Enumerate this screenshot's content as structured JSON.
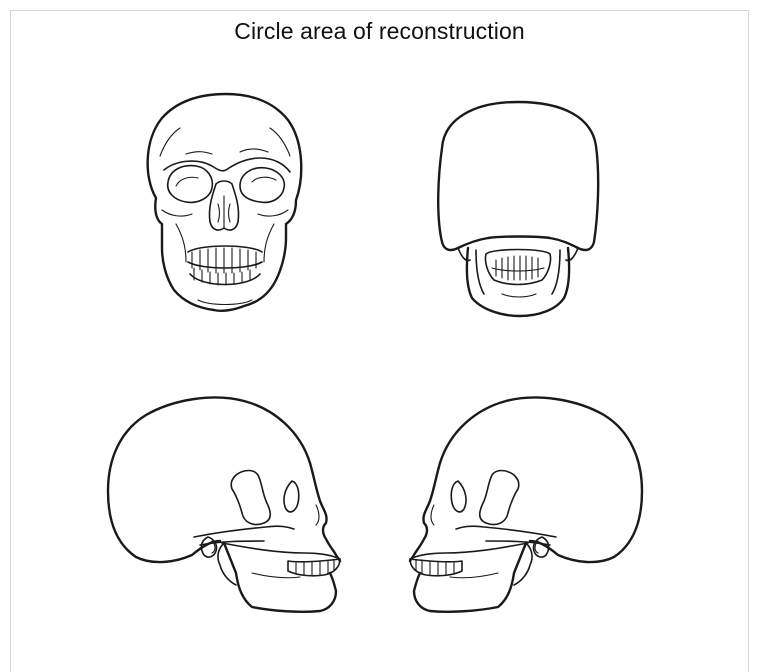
{
  "diagram": {
    "title": "Circle area of reconstruction",
    "views": [
      {
        "view": "front"
      },
      {
        "view": "back"
      },
      {
        "view": "left-lateral"
      },
      {
        "view": "right-lateral"
      }
    ]
  }
}
